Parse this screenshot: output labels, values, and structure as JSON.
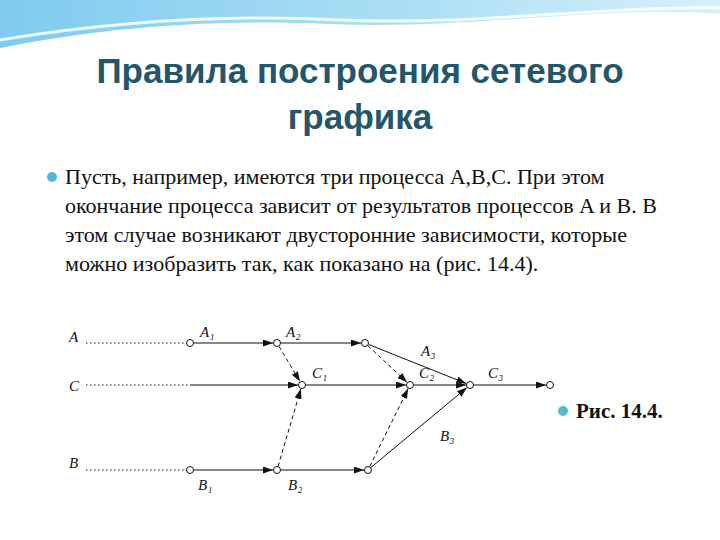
{
  "diagram": {
    "title": "Правила построения сетевого графика",
    "caption": "Рис. 14.4.",
    "labels": [
      "Пусть, например, имеются три процесса A,B,C. При этом окончание процесса зависит от результатов процессов A и B. В этом случае возникают двусторонние зависимости, которые можно изобразить так, как показано на (рис. 14.4).",
      "A",
      "C",
      "B",
      "A₁",
      "A₂",
      "A₃",
      "C₁",
      "C₂",
      "C₃",
      "B₁",
      "B₂",
      "B₃"
    ]
  }
}
